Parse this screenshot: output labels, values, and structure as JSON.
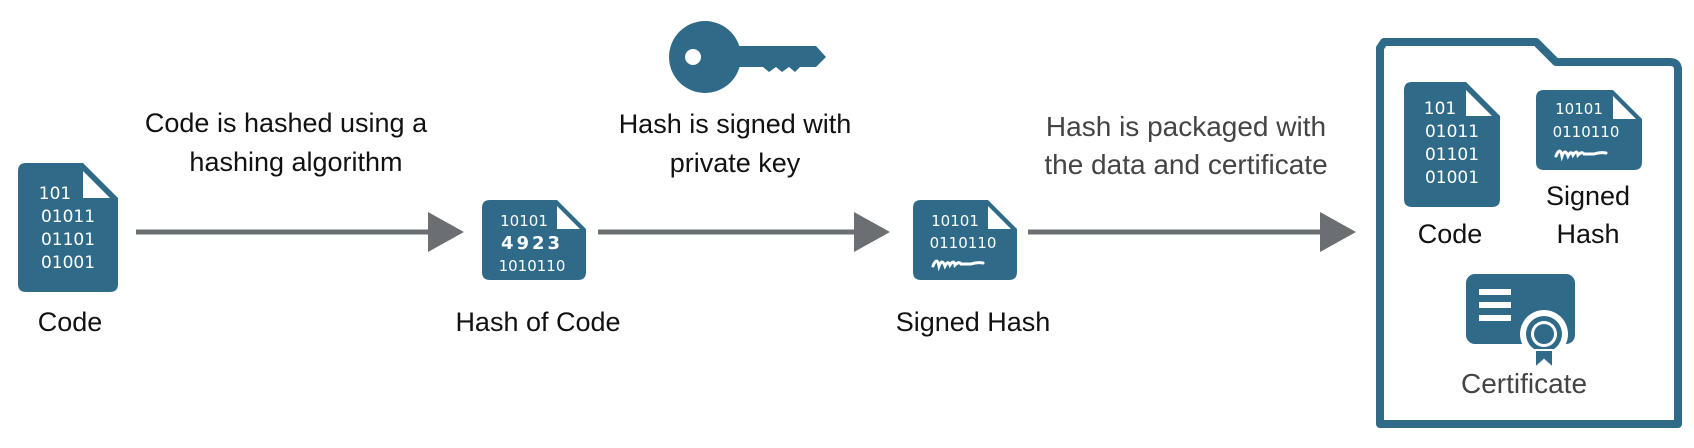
{
  "colors": {
    "doc_fill": "#2f6b89",
    "doc_text": "#ffffff",
    "arrow": "#6b6e73",
    "label": "#111111",
    "label_light": "#444444",
    "background": "#ffffff"
  },
  "steps": {
    "code": {
      "label": "Code",
      "lines": [
        "101",
        "01011",
        "01101",
        "01001"
      ]
    },
    "hash": {
      "label": "Hash of Code",
      "lines": [
        "10101",
        "4923",
        "1010110"
      ]
    },
    "signed": {
      "label": "Signed Hash",
      "lines": [
        "10101",
        "0110110"
      ]
    }
  },
  "arrows": {
    "a1": {
      "caption": [
        "Code is hashed using a",
        "hashing algorithm"
      ]
    },
    "a2": {
      "caption": [
        "Hash is signed with",
        "private key"
      ]
    },
    "a3": {
      "caption": [
        "Hash is packaged with",
        "the data and certificate"
      ]
    }
  },
  "package": {
    "code": {
      "label": "Code",
      "lines": [
        "101",
        "01011",
        "01101",
        "01001"
      ]
    },
    "signed": {
      "label": [
        "Signed",
        "Hash"
      ],
      "lines": [
        "10101",
        "0110110"
      ]
    },
    "certificate": {
      "label": "Certificate"
    }
  },
  "icons": {
    "key": "key-icon",
    "document": "document-icon",
    "certificate": "certificate-icon",
    "folder": "folder-icon",
    "signature": "signature-icon",
    "seal": "seal-icon"
  }
}
